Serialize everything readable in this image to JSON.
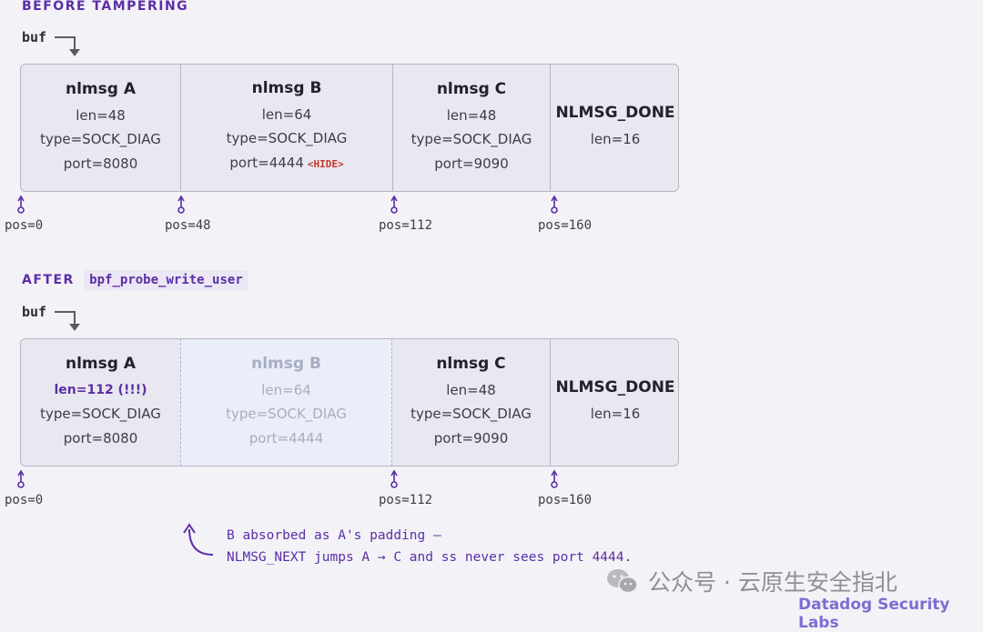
{
  "before": {
    "label": "BEFORE TAMPERING",
    "buf": "buf",
    "cells": [
      {
        "title": "nlmsg A",
        "len": "len=48",
        "type": "type=SOCK_DIAG",
        "port": "port=8080"
      },
      {
        "title": "nlmsg B",
        "len": "len=64",
        "type": "type=SOCK_DIAG",
        "port": "port=4444",
        "tag": "<HIDE>"
      },
      {
        "title": "nlmsg C",
        "len": "len=48",
        "type": "type=SOCK_DIAG",
        "port": "port=9090"
      },
      {
        "title": "NLMSG_DONE",
        "len": "len=16"
      }
    ],
    "positions": [
      "pos=0",
      "pos=48",
      "pos=112",
      "pos=160"
    ]
  },
  "after": {
    "label": "AFTER",
    "code": "bpf_probe_write_user",
    "buf": "buf",
    "cells": [
      {
        "title": "nlmsg A",
        "len": "len=112 (!!!)",
        "type": "type=SOCK_DIAG",
        "port": "port=8080"
      },
      {
        "title": "nlmsg B",
        "len": "len=64",
        "type": "type=SOCK_DIAG",
        "port": "port=4444"
      },
      {
        "title": "nlmsg C",
        "len": "len=48",
        "type": "type=SOCK_DIAG",
        "port": "port=9090"
      },
      {
        "title": "NLMSG_DONE",
        "len": "len=16"
      }
    ],
    "positions": [
      "pos=0",
      "pos=112",
      "pos=160"
    ]
  },
  "note": {
    "line1": "B absorbed as A's padding —",
    "line2": "NLMSG_NEXT jumps A → C and ss never sees port 4444."
  },
  "watermark": {
    "wechat": "公众号 · 云原生安全指北",
    "brand": "Datadog Security Labs"
  },
  "colors": {
    "accent": "#5b2fa6",
    "danger": "#c0392b",
    "ghost": "#eaeef8"
  }
}
